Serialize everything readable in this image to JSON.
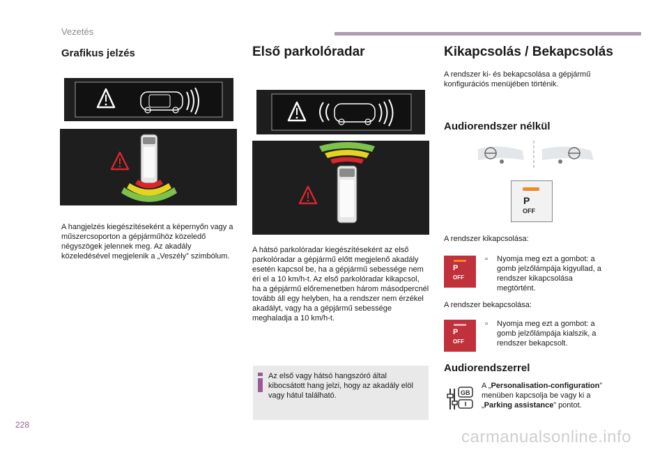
{
  "header": {
    "section": "Vezetés"
  },
  "col1": {
    "title": "Grafikus jelzés",
    "paragraph": "A hangjelzés kiegészítéseként a képernyőn vagy a műszercsoporton a gépjárműhöz közeledő négyszögek jelennek meg. Az akadály közeledésével megjelenik a „Veszély” szimbólum."
  },
  "col2": {
    "title": "Első parkolóradar",
    "paragraph": "A hátsó parkolóradar kiegészítéseként az első parkolóradar a gépjármű előtt megjelenő akadály esetén kapcsol be, ha a gépjármű sebessége nem éri el a 10 km/h-t. Az első parkolóradar kikapcsol, ha a gépjármű előremenetben három másodpercnél tovább áll egy helyben, ha a rendszer nem érzékel akadályt, vagy ha a gépjármű sebessége meghaladja a 10 km/h-t.",
    "note": "Az első vagy hátsó hangszóró által kibocsátott hang jelzi, hogy az akadály elöl vagy hátul található."
  },
  "col3": {
    "title": "Kikapcsolás / Bekapcsolás",
    "intro": "A rendszer ki- és bekapcsolása a gépjármű konfigurációs menüjében történik.",
    "sub1": "Audiorendszer nélkül",
    "off_label": "A rendszer kikapcsolása:",
    "off_bullet": "Nyomja meg ezt a gombot: a gomb jelzőlámpája kigyullad, a rendszer kikapcsolása megtörtént.",
    "on_label": "A rendszer bekapcsolása:",
    "on_bullet": "Nyomja meg ezt a gombot: a gomb jelzőlámpája kialszik, a rendszer bekapcsolt.",
    "sub2": "Audiorendszerrel",
    "audio_text_1": "A „",
    "audio_bold_1": "Personalisation-configuration",
    "audio_text_2": "” menüben kapcsolja be vagy ki a „",
    "audio_bold_2": "Parking assistance",
    "audio_text_3": "” pontot.",
    "button_text": "OFF",
    "button_p": "P",
    "bullet_symbol": ""
  },
  "footer": {
    "page": "228",
    "watermark": "carmanualsonline.info"
  },
  "colors": {
    "accent": "#9a5a9a",
    "button": "#c0313b",
    "orange": "#f08a24",
    "green": "#7dc24b",
    "yellow": "#e4d321",
    "red": "#d9262b"
  }
}
